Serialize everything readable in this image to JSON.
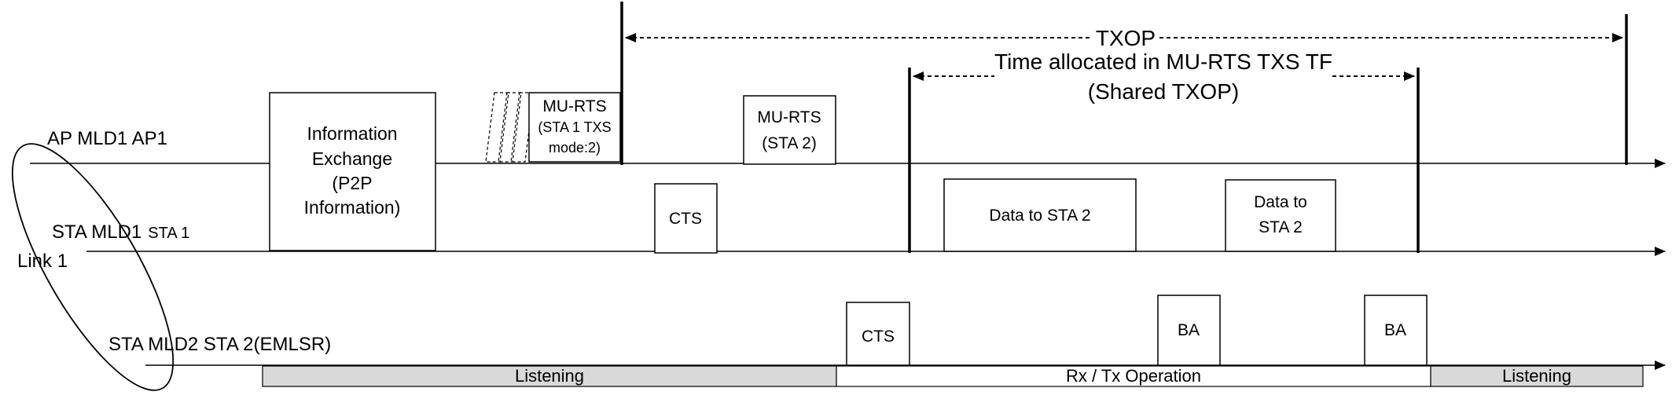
{
  "rows": {
    "ap1": "AP MLD1 AP1",
    "sta1_main": "STA MLD1",
    "sta1_sub": "STA 1",
    "sta2": "STA MLD2 STA 2(EMLSR)",
    "link": "Link 1"
  },
  "frames": {
    "info_exchange": [
      "Information",
      "Exchange",
      "(P2P",
      "Information)"
    ],
    "mu_rts_1": [
      "MU-RTS",
      "(STA 1 TXS",
      "mode:2)"
    ],
    "mu_rts_2": [
      "MU-RTS",
      "(STA 2)"
    ],
    "cts_sta1": "CTS",
    "cts_sta2": "CTS",
    "data_1": "Data to STA 2",
    "data_2": [
      "Data to",
      "STA 2"
    ],
    "ba_1": "BA",
    "ba_2": "BA"
  },
  "annotations": {
    "txop": "TXOP",
    "time_alloc_1": "Time allocated in MU-RTS TXS TF",
    "time_alloc_2": "(Shared TXOP)"
  },
  "status_bar": {
    "listening_1": "Listening",
    "rx_tx": "Rx / Tx Operation",
    "listening_2": "Listening"
  },
  "colors": {
    "listening_fill": "#d9d9d9",
    "rxtx_fill": "#ffffff",
    "line": "#000000"
  }
}
